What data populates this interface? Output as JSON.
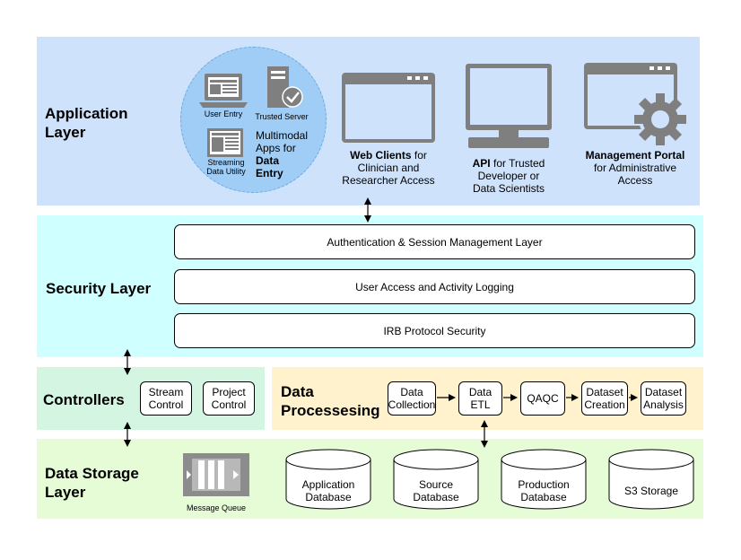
{
  "colors": {
    "application_band": "#cfe2fb",
    "security_band": "#cfffff",
    "controllers_band": "#d5f5e3",
    "processing_band": "#fff2cc",
    "storage_band": "#e6fcd6",
    "circle_fill": "#9fcdf5",
    "icon_gray": "#7f7f7f"
  },
  "application": {
    "title": "Application\nLayer",
    "user_entry": "User Entry",
    "trusted_server": "Trusted Server",
    "streaming": "Streaming\nData Utility",
    "multimodal_prefix": "Multimodal",
    "multimodal_mid": "Apps for",
    "multimodal_bold": "Data",
    "multimodal_bold2": "Entry",
    "web_bold": "Web Clients",
    "web_rest1": " for",
    "web_rest2": "Clinician and",
    "web_rest3": "Researcher Access",
    "api_bold": "API",
    "api_rest1": " for Trusted",
    "api_rest2": "Developer or",
    "api_rest3": "Data Scientists",
    "portal_bold": "Management Portal",
    "portal_rest1": "for Administrative",
    "portal_rest2": "Access"
  },
  "security": {
    "title": "Security Layer",
    "auth": "Authentication & Session Management Layer",
    "logging": "User Access and Activity Logging",
    "irb": "IRB Protocol Security"
  },
  "controllers": {
    "title": "Controllers",
    "stream": "Stream\nControl",
    "project": "Project\nControl"
  },
  "processing": {
    "title": "Data\nProcessesing",
    "collection": "Data\nCollection",
    "etl": "Data\nETL",
    "qaqc": "QAQC",
    "creation": "Dataset\nCreation",
    "analysis": "Dataset\nAnalysis"
  },
  "storage": {
    "title": "Data Storage\nLayer",
    "queue": "Message Queue",
    "app_db": "Application\nDatabase",
    "source_db": "Source\nDatabase",
    "prod_db": "Production\nDatabase",
    "s3": "S3 Storage"
  }
}
